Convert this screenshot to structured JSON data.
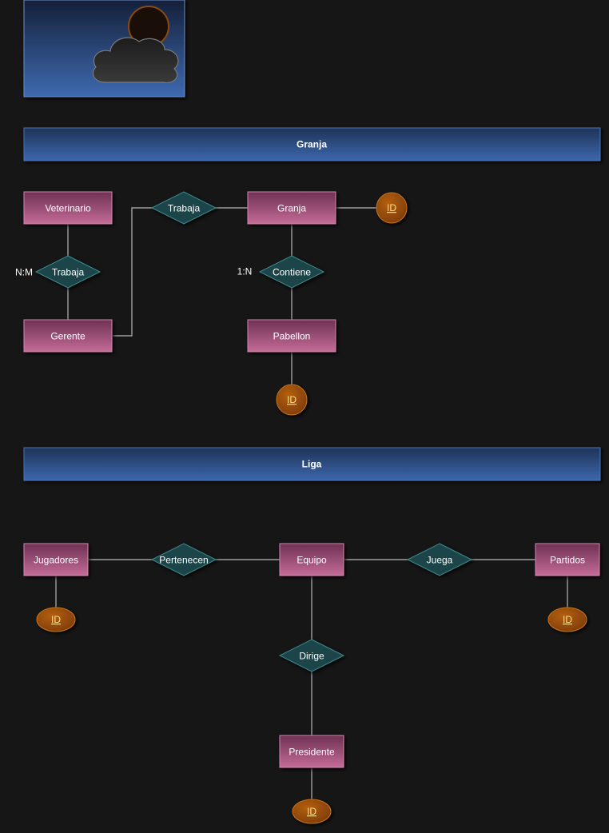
{
  "colors": {
    "background": "#161616",
    "header_fill_top": "#243d6b",
    "header_fill_bottom": "#3a63a8",
    "entity_fill_top": "#7a3a5c",
    "entity_fill_bottom": "#c8709a",
    "relationship_fill": "#1b4448",
    "attribute_fill": "#9a4b08",
    "id_text": "#ffe08a",
    "connector": "#9a9a9a"
  },
  "sections": {
    "granja": {
      "title": "Granja"
    },
    "liga": {
      "title": "Liga"
    }
  },
  "entities": {
    "veterinario": "Veterinario",
    "gerente": "Gerente",
    "granja": "Granja",
    "pabellon": "Pabellon",
    "jugadores": "Jugadores",
    "equipo": "Equipo",
    "partidos": "Partidos",
    "presidente": "Presidente"
  },
  "relationships": {
    "trabaja_vg": "Trabaja",
    "trabaja_gg": "Trabaja",
    "contiene": "Contiene",
    "pertenecen": "Pertenecen",
    "juega": "Juega",
    "dirige": "Dirige"
  },
  "cardinalities": {
    "trabaja_vg": "N:M",
    "contiene": "1:N"
  },
  "attributes": {
    "granja_id": "ID",
    "pabellon_id": "ID",
    "jugadores_id": "ID",
    "partidos_id": "ID",
    "presidente_id": "ID"
  },
  "icons": {
    "weather": "moon-cloud-icon"
  }
}
